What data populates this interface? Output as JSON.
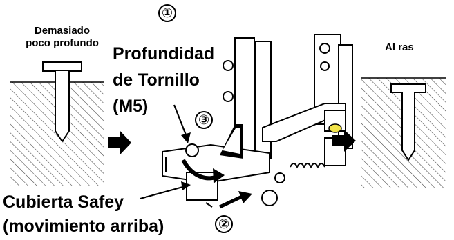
{
  "left_panel": {
    "label": "Demasiado\npoco profundo"
  },
  "right_panel": {
    "label": "Al ras"
  },
  "center": {
    "step1": "①",
    "step2": "②",
    "step3": "③",
    "depth_label_line1": "Profundidad",
    "depth_label_line2": "de Tornillo",
    "depth_label_line3": "(M5)",
    "cover_label_line1": "Cubierta Safey",
    "cover_label_line2": "(movimiento arriba)"
  },
  "colors": {
    "ink": "#000000",
    "hatch": "#555555",
    "highlight": "#f2e44a"
  }
}
